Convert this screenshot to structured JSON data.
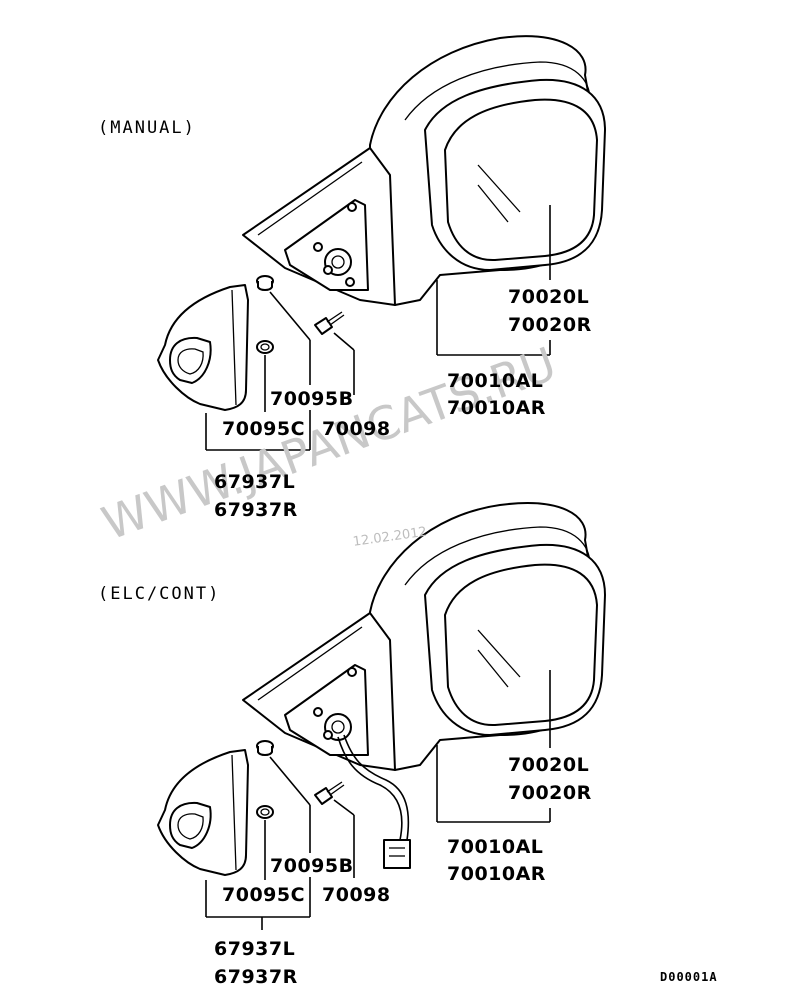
{
  "watermark": {
    "text": "WWW.JAPANCATS.RU",
    "stamp": "12.02.2012"
  },
  "drawing_code": "D00001A",
  "sections": [
    {
      "title": "(MANUAL)",
      "glass_label_1": "70020L",
      "glass_label_2": "70020R",
      "assy_label_1": "70010AL",
      "assy_label_2": "70010AR",
      "plug_label": "70095B",
      "nut_label": "70095C",
      "screw_label": "70098",
      "cover_label_1": "67937L",
      "cover_label_2": "67937R"
    },
    {
      "title": "(ELC/CONT)",
      "glass_label_1": "70020L",
      "glass_label_2": "70020R",
      "assy_label_1": "70010AL",
      "assy_label_2": "70010AR",
      "plug_label": "70095B",
      "nut_label": "70095C",
      "screw_label": "70098",
      "cover_label_1": "67937L",
      "cover_label_2": "67937R"
    }
  ]
}
